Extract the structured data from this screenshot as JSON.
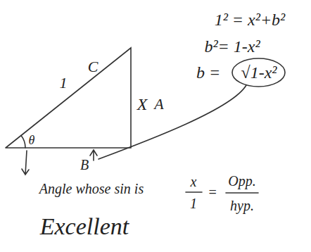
{
  "diagram": {
    "nodes": [
      {
        "text": [
          "√1-x²"
        ]
      }
    ],
    "labels": [
      "1",
      "C",
      "X",
      "A",
      "θ",
      "B",
      "1² = x²+b²",
      "b²= 1-x²",
      "b =",
      "Angle whose sin is",
      "x",
      "1",
      "=",
      "Opp.",
      "hyp.",
      "Excellent"
    ]
  }
}
